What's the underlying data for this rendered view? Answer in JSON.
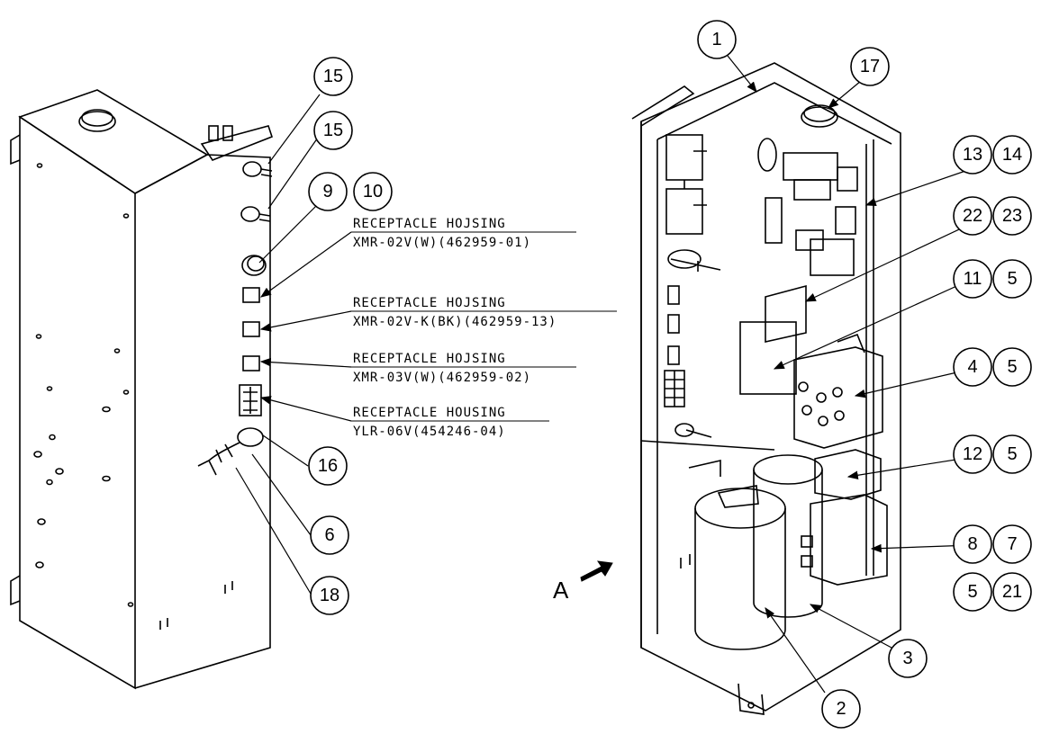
{
  "callouts": [
    {
      "id": "c15a",
      "label": "15"
    },
    {
      "id": "c15b",
      "label": "15"
    },
    {
      "id": "c9",
      "label": "9"
    },
    {
      "id": "c10",
      "label": "10"
    },
    {
      "id": "c16",
      "label": "16"
    },
    {
      "id": "c6",
      "label": "6"
    },
    {
      "id": "c18",
      "label": "18"
    },
    {
      "id": "c1",
      "label": "1"
    },
    {
      "id": "c17",
      "label": "17"
    },
    {
      "id": "c13",
      "label": "13"
    },
    {
      "id": "c14",
      "label": "14"
    },
    {
      "id": "c22",
      "label": "22"
    },
    {
      "id": "c23",
      "label": "23"
    },
    {
      "id": "c11",
      "label": "11"
    },
    {
      "id": "c5a",
      "label": "5"
    },
    {
      "id": "c4",
      "label": "4"
    },
    {
      "id": "c5b",
      "label": "5"
    },
    {
      "id": "c12",
      "label": "12"
    },
    {
      "id": "c5c",
      "label": "5"
    },
    {
      "id": "c8",
      "label": "8"
    },
    {
      "id": "c7",
      "label": "7"
    },
    {
      "id": "c5d",
      "label": "5"
    },
    {
      "id": "c21",
      "label": "21"
    },
    {
      "id": "c3",
      "label": "3"
    },
    {
      "id": "c2",
      "label": "2"
    }
  ],
  "receptacles": [
    {
      "title": "RECEPTACLE HOJSING",
      "code": "XMR-02V(W)(462959-01)"
    },
    {
      "title": "RECEPTACLE HOJSING",
      "code": "XMR-02V-K(BK)(462959-13)"
    },
    {
      "title": "RECEPTACLE HOJSING",
      "code": "XMR-03V(W)(462959-02)"
    },
    {
      "title": "RECEPTACLE HOUSING",
      "code": "YLR-06V(454246-04)"
    }
  ],
  "view_marker": "A"
}
